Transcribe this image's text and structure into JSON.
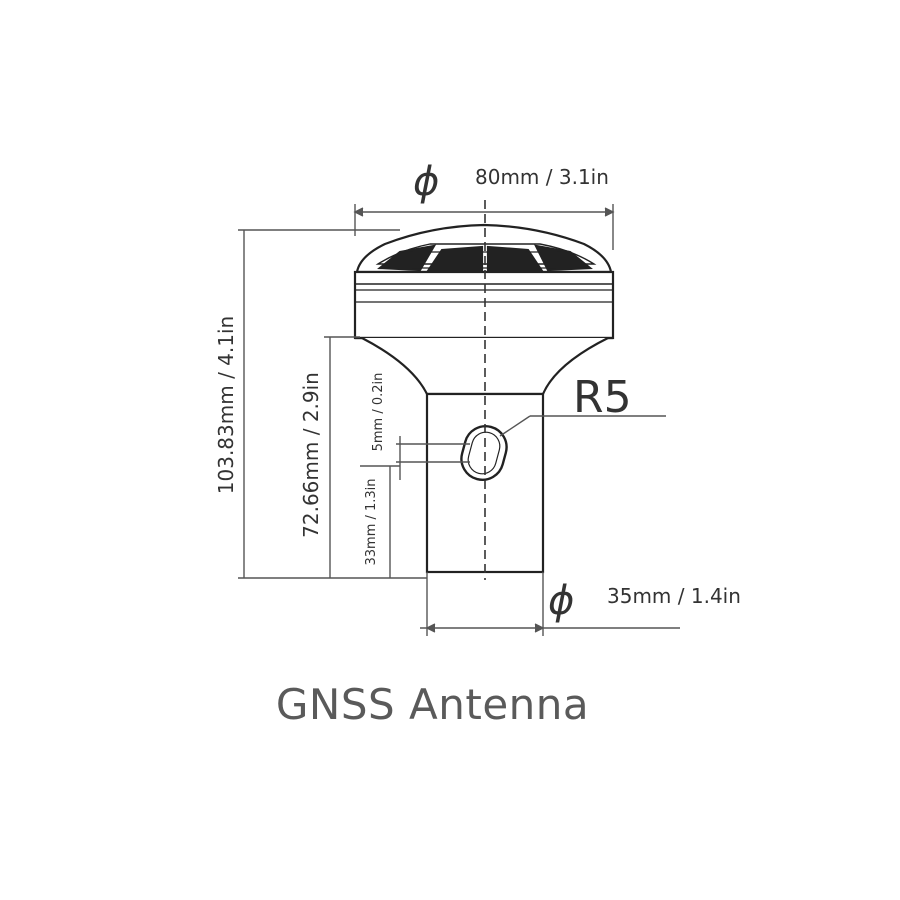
{
  "diagram": {
    "title": "GNSS Antenna",
    "diameter_symbol": "ϕ",
    "labels": {
      "top_diameter": "80mm / 3.1in",
      "bottom_diameter": "35mm / 1.4in",
      "total_height": "103.83mm / 4.1in",
      "lower_height": "72.66mm / 2.9in",
      "slot_height": "33mm / 1.3in",
      "slot_width": "5mm / 0.2in",
      "radius": "R5"
    },
    "colors": {
      "line": "#222222",
      "dim_line": "#555555",
      "text": "#333333"
    }
  }
}
